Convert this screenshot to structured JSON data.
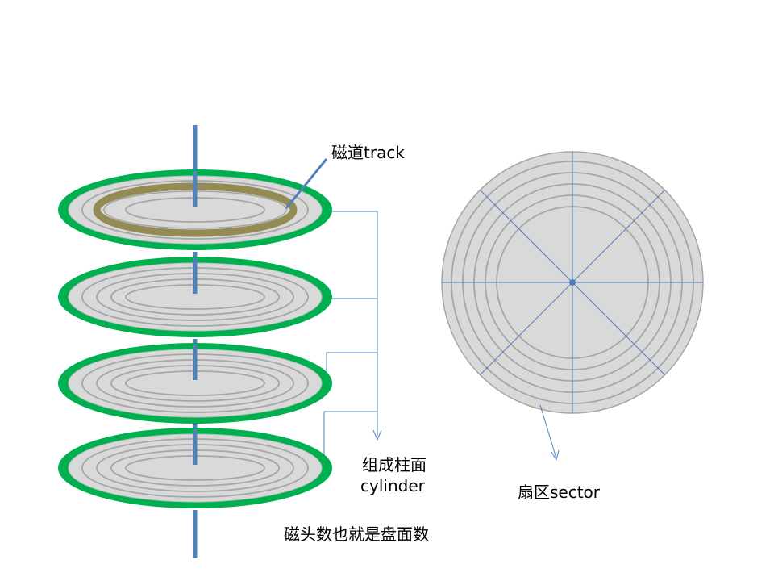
{
  "labels": {
    "track": "磁道track",
    "cylinder_cn": "组成柱面",
    "cylinder_en": "cylinder",
    "heads": "磁头数也就是盘面数",
    "sector": "扇区sector"
  },
  "colors": {
    "platter_fill": "#d9d9d9",
    "platter_rim": "#00b050",
    "track_ring": "#a6a6a6",
    "highlighted_track": "#948a54",
    "spindle": "#4f81bd",
    "connector": "#4f81bd",
    "sector_line": "#4f81bd"
  },
  "icons": {
    "platter": "platter-icon",
    "spindle": "spindle-icon",
    "sector_disk": "sector-disk-icon"
  }
}
